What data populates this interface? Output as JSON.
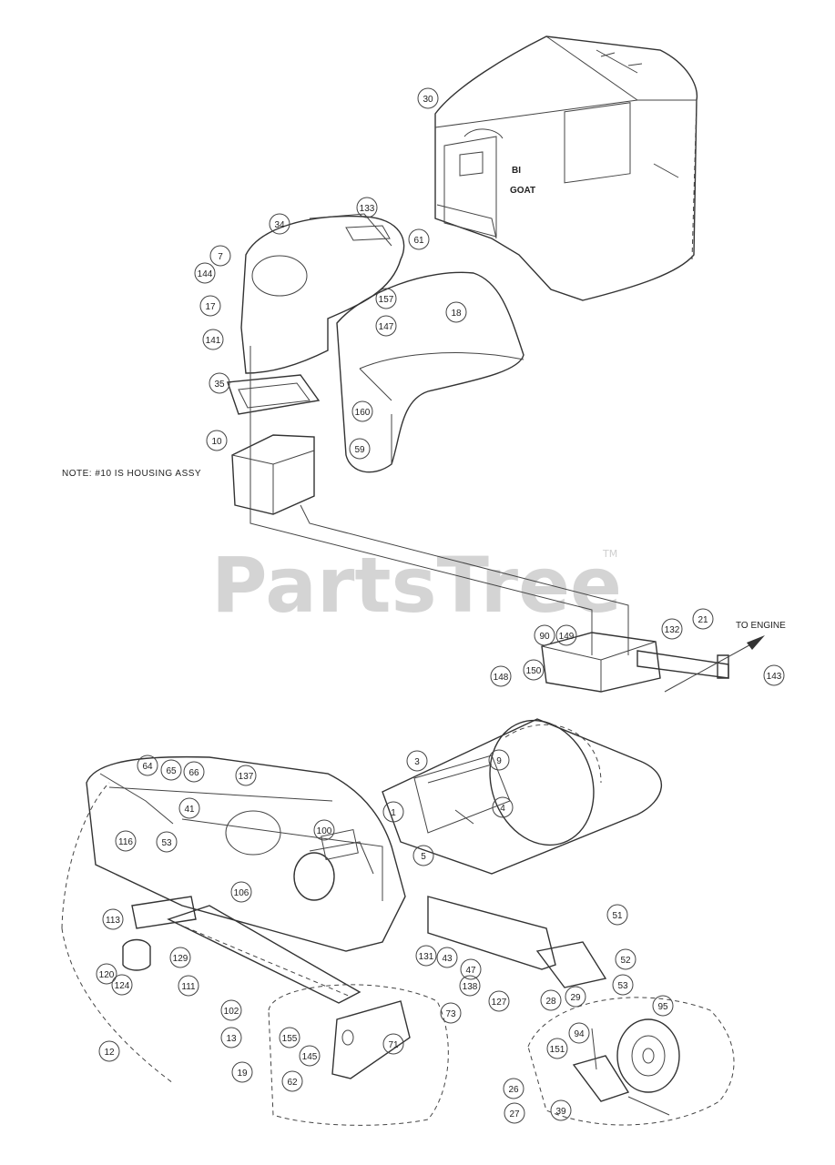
{
  "watermark": {
    "brand": "PartsTree",
    "trademark": "TM"
  },
  "note": "NOTE: #10 IS HOUSING ASSY",
  "arrow_label": "TO ENGINE",
  "decal_text": {
    "line1": "BI",
    "line2": "GOAT"
  },
  "callouts": [
    "30",
    "34",
    "133",
    "61",
    "7",
    "144",
    "17",
    "141",
    "35",
    "10",
    "157",
    "147",
    "18",
    "160",
    "59",
    "21",
    "132",
    "90",
    "149",
    "150",
    "143",
    "148",
    "9",
    "3",
    "1",
    "4",
    "5",
    "64",
    "65",
    "66",
    "137",
    "41",
    "116",
    "53",
    "100",
    "106",
    "113",
    "102",
    "129",
    "111",
    "120",
    "124",
    "12",
    "13",
    "19",
    "155",
    "145",
    "62",
    "71",
    "131",
    "43",
    "47",
    "138",
    "73",
    "51",
    "52",
    "53",
    "127",
    "26",
    "27",
    "28",
    "29",
    "39",
    "95",
    "151",
    "94"
  ]
}
